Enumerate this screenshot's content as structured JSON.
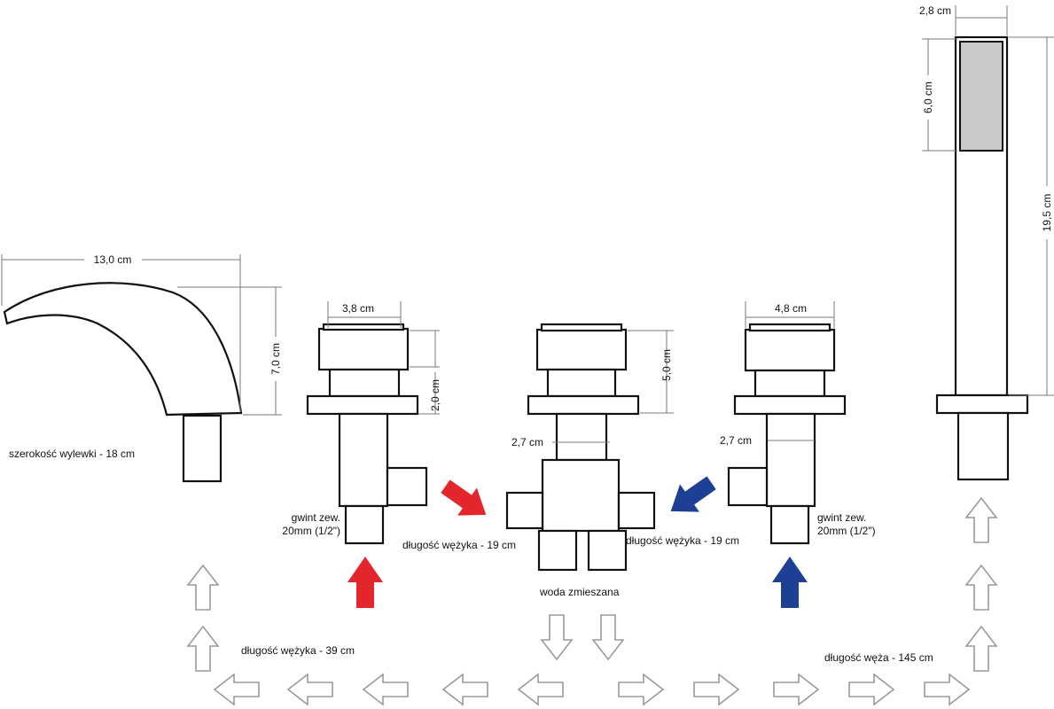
{
  "colors": {
    "hot": "#e3262b",
    "cold": "#1d3f94",
    "handset_window": "#c9c9c9",
    "flow_arrow": "#9a9a9a"
  },
  "spout": {
    "width_dim": "13,0 cm",
    "height_dim": "7,0 cm",
    "label": "szerokość wylewki - 18 cm"
  },
  "valve_hot": {
    "width_dim": "3,8 cm",
    "height_dim": "2,0 cm",
    "thread_line1": "gwint zew.",
    "thread_line2": "20mm (1/2\")"
  },
  "mixer": {
    "height_dim": "5,0 cm",
    "neck_dim": "2,7 cm",
    "hose_left": "długość wężyka - 19 cm",
    "hose_right": "długość wężyka - 19 cm",
    "output_label": "woda zmieszana"
  },
  "valve_cold": {
    "width_dim": "4,8 cm",
    "neck_dim": "2,7 cm",
    "thread_line1": "gwint zew.",
    "thread_line2": "20mm (1/2\")"
  },
  "handset": {
    "width_dim": "2,8 cm",
    "window_dim": "6,0 cm",
    "height_dim": "19,5 cm"
  },
  "bottom": {
    "hose_spout": "długość wężyka - 39 cm",
    "hose_handset": "długość węża - 145 cm"
  }
}
